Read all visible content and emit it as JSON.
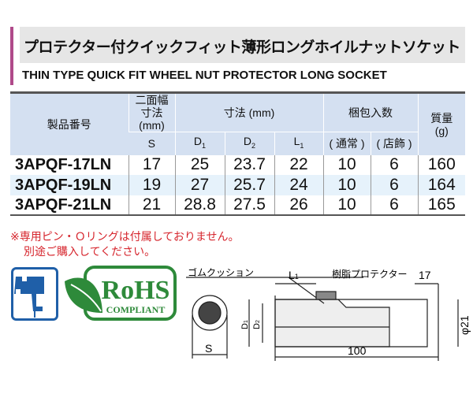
{
  "title": "プロテクター付クイックフィット薄形ロングホイルナットソケット",
  "subtitle": "THIN TYPE QUICK FIT WHEEL NUT PROTECTOR LONG SOCKET",
  "table": {
    "headers": {
      "product": "製品番号",
      "across_flats": [
        "二面幅",
        "寸法",
        "(mm)"
      ],
      "dims": "寸法 (mm)",
      "pack": "梱包入数",
      "mass": [
        "質量",
        "(g)"
      ]
    },
    "subheaders": {
      "S": "S",
      "D1": "D",
      "D1_sub": "1",
      "D2": "D",
      "D2_sub": "2",
      "L1": "L",
      "L1_sub": "1",
      "normal": "( 通常 )",
      "store": "( 店飾 )"
    },
    "rows": [
      [
        "3APQF-17LN",
        "17",
        "25",
        "23.7",
        "22",
        "10",
        "6",
        "160"
      ],
      [
        "3APQF-19LN",
        "19",
        "27",
        "25.7",
        "24",
        "10",
        "6",
        "164"
      ],
      [
        "3APQF-21LN",
        "21",
        "28.8",
        "27.5",
        "26",
        "10",
        "6",
        "165"
      ]
    ]
  },
  "notes": [
    "※専用ピン・Ｏリングは付属しておりません。",
    "別途ご購入してください。"
  ],
  "badges": {
    "rohs": "RoHS",
    "compliant": "COMPLIANT",
    "tool_icon": "impact-wrench-icon"
  },
  "diagram": {
    "rubber": "ゴムクッション",
    "L1": "L",
    "L1_sub": "1",
    "protector": "樹脂プロテクター",
    "len17": "17",
    "dia": "φ21",
    "D1": "D",
    "D1_sub": "1",
    "D2": "D",
    "D2_sub": "2",
    "S": "S",
    "total": "100"
  },
  "colors": {
    "accent": "#b04a8a",
    "header": "#d4e0f1",
    "note": "#d6252d",
    "rohs": "#2e8a3a",
    "tool": "#1f5fa8"
  }
}
